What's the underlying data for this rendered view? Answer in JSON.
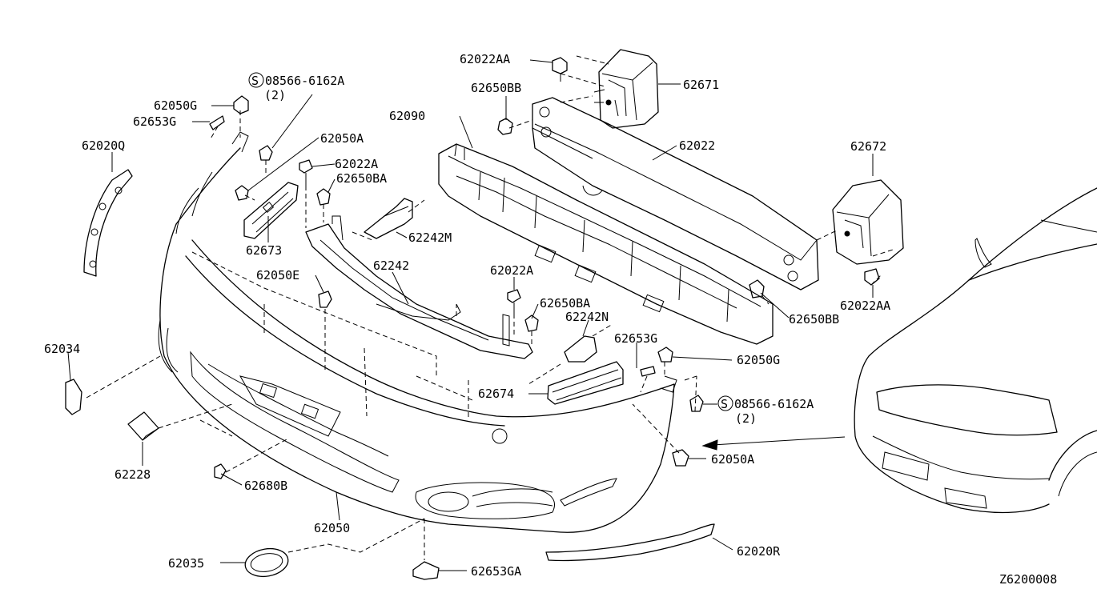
{
  "diagram_code": "Z6200008",
  "labels": {
    "p62022AA_top": "62022AA",
    "p62671": "62671",
    "p62650BB_top": "62650BB",
    "p62090": "62090",
    "p62022": "62022",
    "p62672": "62672",
    "s08566_top": "08566-6162A",
    "s08566_top_qty": "(2)",
    "p62050G_top": "62050G",
    "p62653G_top": "62653G",
    "p62020Q": "62020Q",
    "p62050A_top": "62050A",
    "p62022A_top": "62022A",
    "p62650BA_top": "62650BA",
    "p62242M": "62242M",
    "p62673": "62673",
    "p62242": "62242",
    "p62050E": "62050E",
    "p62022A_mid": "62022A",
    "p62650BA_mid": "62650BA",
    "p62242N": "62242N",
    "p62653G_mid": "62653G",
    "p62050G_mid": "62050G",
    "p62650BB_right": "62650BB",
    "p62022AA_right": "62022AA",
    "p62034": "62034",
    "p62674": "62674",
    "s08566_bottom": "08566-6162A",
    "s08566_bottom_qty": "(2)",
    "p62228": "62228",
    "p62680B": "62680B",
    "p62050A_bottom": "62050A",
    "p62050": "62050",
    "p62035": "62035",
    "p62653GA": "62653GA",
    "p62020R": "62020R"
  },
  "symbols": {
    "standard_part_mark": "S"
  }
}
